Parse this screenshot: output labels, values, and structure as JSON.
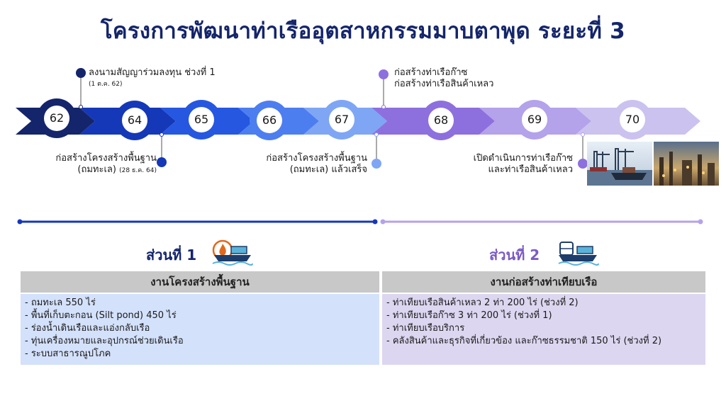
{
  "title": "โครงการพัฒนาท่าเรืออุตสาหกรรมมาบตาพุด ระยะที่ 3",
  "timeline": {
    "years": [
      "62",
      "64",
      "65",
      "66",
      "67",
      "68",
      "69",
      "70"
    ],
    "events_top": [
      {
        "text": "ลงนามสัญญาร่วมลงทุน ช่วงที่ 1",
        "sub": "(1 ต.ค. 62)"
      },
      {
        "line1": "ก่อสร้างท่าเรือก๊าซ",
        "line2": "ก่อสร้างท่าเรือสินค้าเหลว"
      }
    ],
    "events_bottom": [
      {
        "line1": "ก่อสร้างโครงสร้างพื้นฐาน",
        "line2": "(ถมทะเล)",
        "sub": "(28 ธ.ค. 64)"
      },
      {
        "line1": "ก่อสร้างโครงสร้างพื้นฐาน",
        "line2": "(ถมทะเล) แล้วเสร็จ"
      },
      {
        "line1": "เปิดดำเนินการท่าเรือก๊าซ",
        "line2": "และท่าเรือสินค้าเหลว"
      }
    ]
  },
  "parts": [
    {
      "title": "ส่วนที่ 1",
      "color": "#14256b",
      "header": "งานโครงสร้างพื้นฐาน",
      "items": [
        "- ถมทะเล 550 ไร่",
        "- พื้นที่เก็บตะกอน (Silt pond) 450 ไร่",
        "- ร่องน้ำเดินเรือและแอ่งกลับเรือ",
        "- ทุ่นเครื่องหมายและอุปกรณ์ช่วยเดินเรือ",
        "- ระบบสาธารณูปโภค"
      ]
    },
    {
      "title": "ส่วนที่ 2",
      "color": "#7b5bc4",
      "header": "งานก่อสร้างท่าเทียบเรือ",
      "items": [
        "- ท่าเทียบเรือสินค้าเหลว 2 ท่า 200 ไร่ (ช่วงที่ 2)",
        "- ท่าเทียบเรือก๊าซ 3 ท่า 200 ไร่ (ช่วงที่ 1)",
        "- ท่าเทียบเรือบริการ",
        "- คลังสินค้าและธุรกิจที่เกี่ยวข้อง และก๊าซธรรมชาติ 150 ไร่ (ช่วงที่ 2)"
      ]
    }
  ],
  "icons": [
    "ship-fire-icon",
    "ship-tank-icon",
    "port-crane-photo",
    "refinery-photo"
  ],
  "colors": {
    "navy": "#14256b",
    "blue_dark": "#1a3fc4",
    "blue_mid": "#2f62e8",
    "blue_light": "#7da4f2",
    "purple_dark": "#8e6ee0",
    "purple_mid": "#b39fe8",
    "purple_light": "#ccc2f0"
  }
}
